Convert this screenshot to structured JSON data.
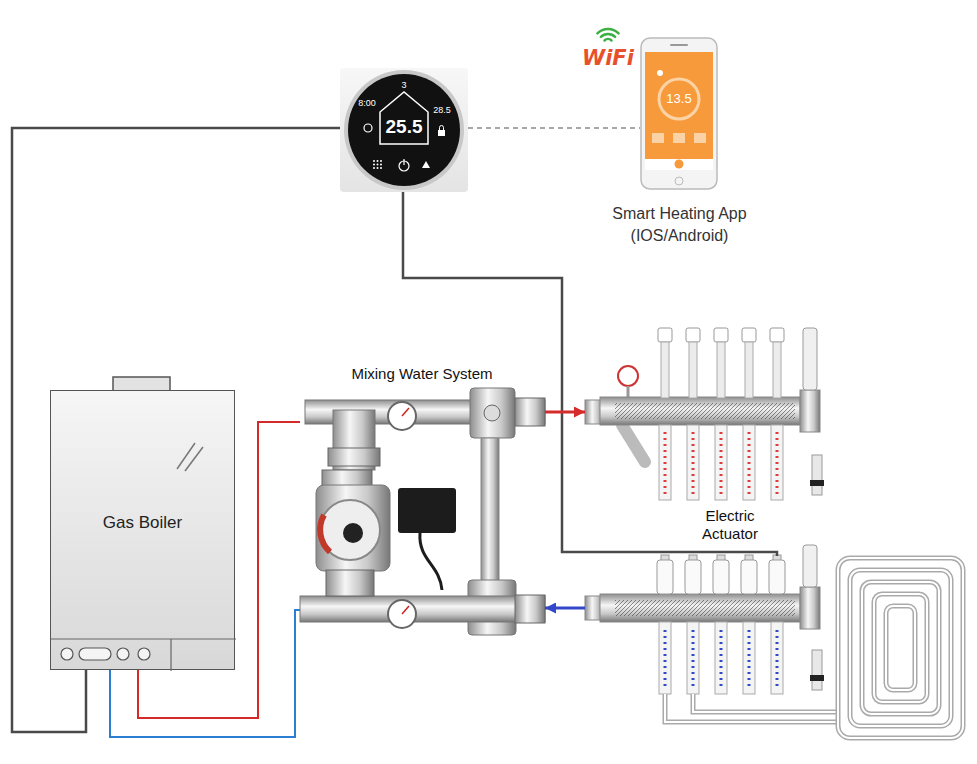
{
  "diagram": {
    "nodes": [
      {
        "text": [
          "3",
          "8:00",
          "25.5",
          "28.5"
        ]
      },
      {
        "text": [
          "13.5",
          "Smart Heating App (IOS/Android)"
        ]
      },
      {
        "text": [
          "Gas Boiler"
        ]
      },
      {
        "text": [
          "Mixing Water System"
        ]
      },
      {
        "text": [
          "Electric Actuator"
        ]
      }
    ],
    "edges": [
      {
        "from": 0,
        "to": 1,
        "arrow": "none"
      },
      {
        "from": 0,
        "to": 2,
        "arrow": "none"
      },
      {
        "from": 0,
        "to": 4,
        "arrow": "none"
      },
      {
        "from": 2,
        "to": 3,
        "arrow": "none"
      },
      {
        "from": 2,
        "to": 3,
        "arrow": "none"
      },
      {
        "from": 3,
        "to": 4,
        "arrow": "to"
      },
      {
        "from": 4,
        "to": 3,
        "arrow": "to"
      }
    ],
    "labels": [
      "WiFi"
    ]
  }
}
